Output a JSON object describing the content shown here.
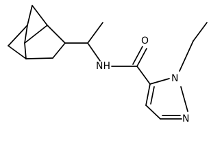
{
  "molecule": {
    "atoms": {
      "nh": "NH",
      "o": "O",
      "n1": "N",
      "n2": "N"
    }
  }
}
